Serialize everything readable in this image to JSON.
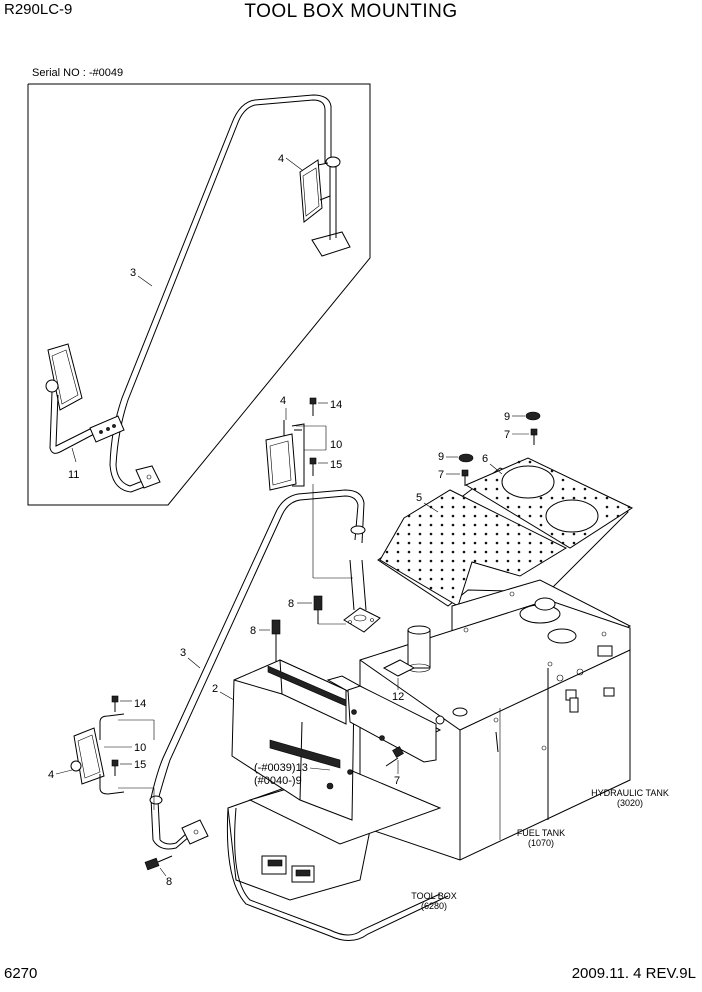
{
  "header": {
    "model": "R290LC-9",
    "title": "TOOL BOX MOUNTING"
  },
  "inset": {
    "serial_note": "Serial NO : -#0049",
    "callouts": [
      "4",
      "3",
      "11"
    ]
  },
  "callouts": {
    "c14a": "14",
    "c10a": "10",
    "c15a": "15",
    "c4a": "4",
    "c9a": "9",
    "c7a": "7",
    "c9b": "9",
    "c7b": "7",
    "c6": "6",
    "c5": "5",
    "c8a": "8",
    "c8b": "8",
    "c3": "3",
    "c2": "2",
    "c12": "12",
    "c14b": "14",
    "c10b": "10",
    "c15b": "15",
    "c4b": "4",
    "c13": "(-#0039)13",
    "c9c": "(#0040-)9",
    "c7c": "7",
    "c8c": "8"
  },
  "components": {
    "hydraulic_tank": {
      "name": "HYDRAULIC TANK",
      "code": "(3020)"
    },
    "fuel_tank": {
      "name": "FUEL TANK",
      "code": "(1070)"
    },
    "tool_box": {
      "name": "TOOL BOX",
      "code": "(6280)"
    }
  },
  "footer": {
    "page": "6270",
    "revision": "2009.11. 4  REV.9L"
  }
}
